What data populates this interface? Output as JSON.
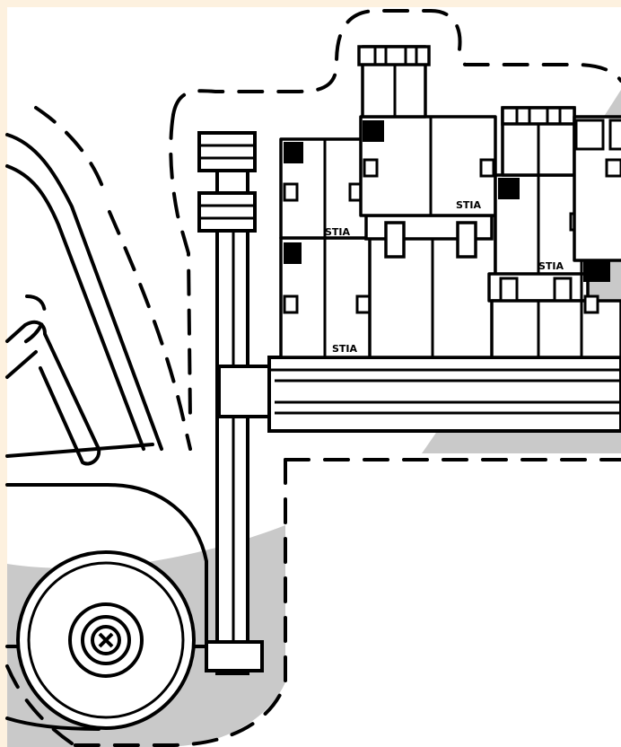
{
  "illustration": {
    "subject": "forklift-with-boxes",
    "background_color": "#fdf1df",
    "paper_color": "#ffffff",
    "line_color": "#000000",
    "shade_color": "#c9c9c9",
    "box_labels": [
      "STIA",
      "STIA",
      "STIA",
      "STIA"
    ]
  }
}
